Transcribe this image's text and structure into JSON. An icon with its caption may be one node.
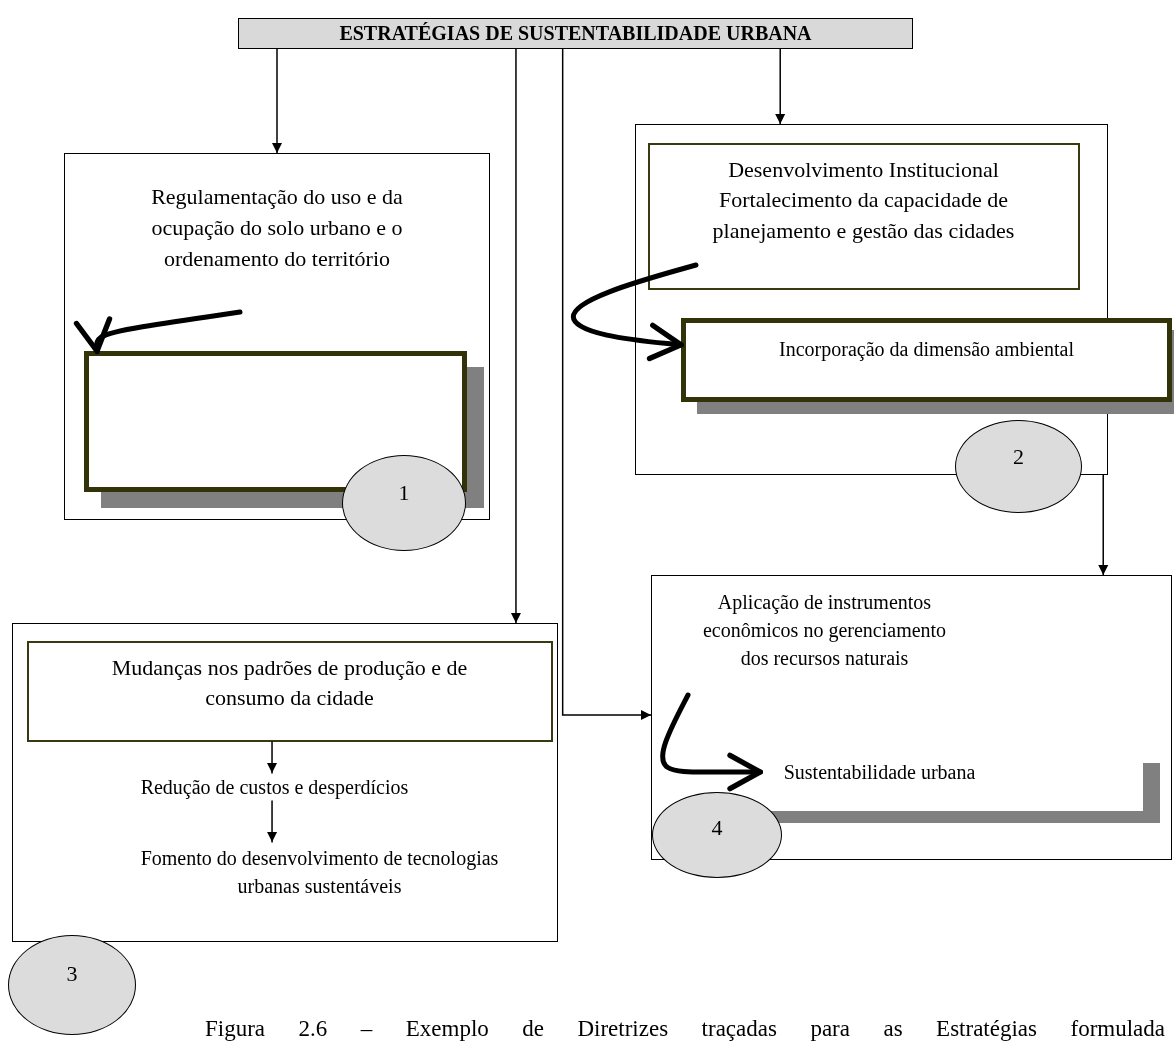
{
  "diagram": {
    "caption": "Figura 2.6 – Exemplo de Diretrizes traçadas para as Estratégias formulada",
    "nodes": [
      {
        "text": [
          "ESTRATÉGIAS DE SUSTENTABILIDADE URBANA"
        ]
      },
      {
        "text": [
          "Regulamentação do uso e da ocupação do solo urbano e o ordenamento do território"
        ]
      },
      {
        "text": [],
        "shape": "box",
        "in": 1
      },
      {
        "text": [
          "1"
        ]
      },
      {
        "text": [],
        "shape": "box"
      },
      {
        "text": [
          "Desenvolvimento Institucional",
          "Fortalecimento da capacidade de planejamento e gestão das cidades"
        ],
        "in": 4
      },
      {
        "text": [
          "Incorporação da dimensão ambiental"
        ]
      },
      {
        "text": [
          "2"
        ]
      },
      {
        "text": [
          "Aplicação de instrumentos econômicos no gerenciamento dos recursos naturais"
        ]
      },
      {
        "text": [
          "Sustentabilidade urbana"
        ],
        "in": 8
      },
      {
        "text": [
          "4"
        ]
      },
      {
        "text": [],
        "shape": "box"
      },
      {
        "text": [
          "Mudanças nos padrões de produção e de consumo da cidade"
        ],
        "in": 11
      },
      {
        "text": [
          "Redução de custos e desperdícios"
        ],
        "in": 11
      },
      {
        "text": [
          "Fomento do desenvolvimento de tecnologias urbanas sustentáveis"
        ],
        "in": 11
      },
      {
        "text": [
          "3"
        ]
      }
    ],
    "edges": [
      {
        "from": 0,
        "to": 1,
        "arrow": "to"
      },
      {
        "from": 0,
        "to": 11,
        "arrow": "to"
      },
      {
        "from": 0,
        "to": 8,
        "arrow": "to"
      },
      {
        "from": 0,
        "to": 4,
        "arrow": "to"
      },
      {
        "from": 4,
        "to": 8,
        "arrow": "to"
      },
      {
        "from": null,
        "to": 2,
        "arrow": "to",
        "style": "thick"
      },
      {
        "from": 5,
        "to": 6,
        "arrow": "to",
        "style": "thick"
      },
      {
        "from": null,
        "to": 9,
        "arrow": "to",
        "style": "thick"
      },
      {
        "from": 12,
        "to": 13,
        "arrow": "to"
      },
      {
        "from": 13,
        "to": 14,
        "arrow": "to"
      }
    ]
  }
}
